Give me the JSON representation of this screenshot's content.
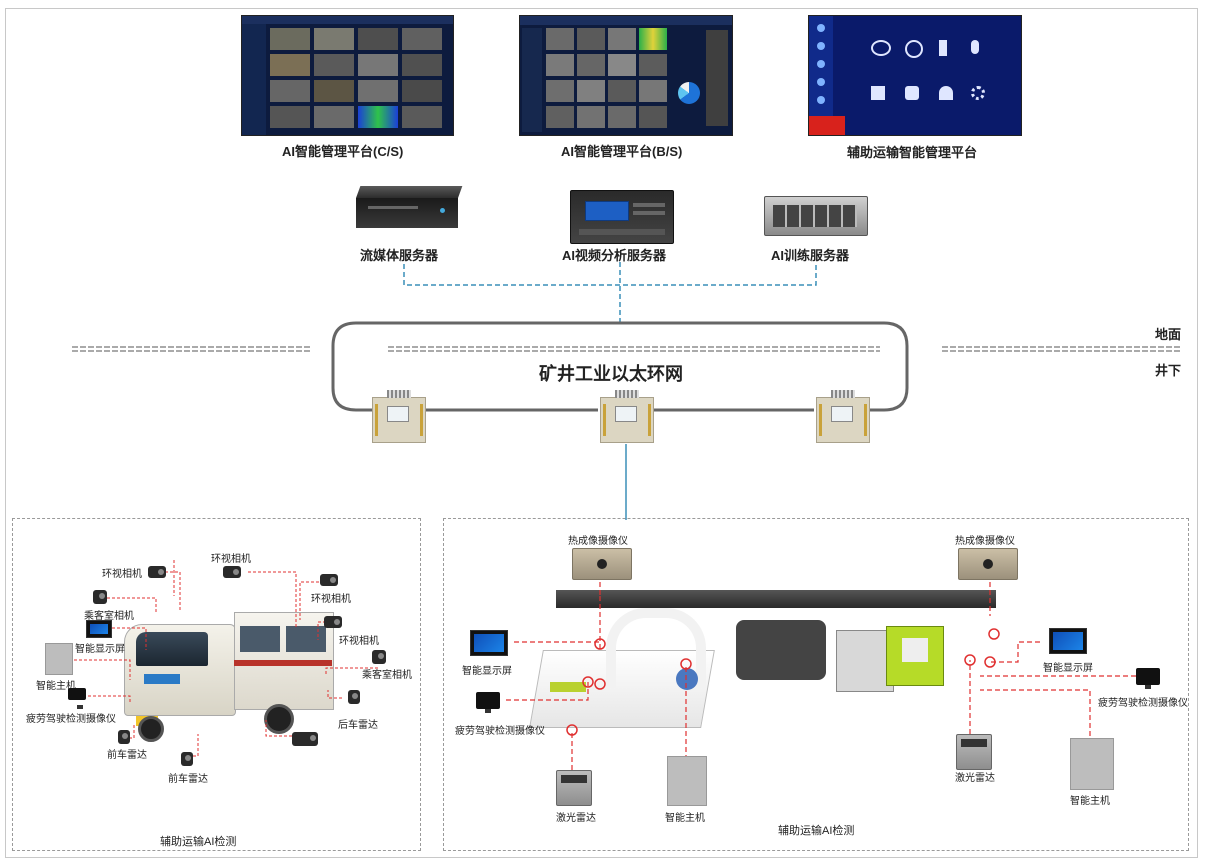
{
  "platforms": {
    "cs": "AI智能管理平台(C/S)",
    "bs": "AI智能管理平台(B/S)",
    "aux": "辅助运输智能管理平台"
  },
  "servers": {
    "stream": "流媒体服务器",
    "video": "AI视频分析服务器",
    "train": "AI训练服务器"
  },
  "network": {
    "ring": "矿井工业以太环网",
    "ground": "地面",
    "underground": "井下"
  },
  "left_panel": {
    "title": "辅助运输AI检测",
    "labels": {
      "surround1": "环视相机",
      "surround2": "环视相机",
      "surround3": "环视相机",
      "surround4": "环视相机",
      "cabin1": "乘客室相机",
      "display": "智能显示屏",
      "cabin2": "乘客室相机",
      "host": "智能主机",
      "fatigue": "疲劳驾驶检测摄像仪",
      "rear_radar": "后车雷达",
      "front_radar1": "前车雷达",
      "front_radar2": "前车雷达"
    }
  },
  "right_panel": {
    "title": "辅助运输AI检测",
    "labels": {
      "thermal1": "热成像摄像仪",
      "thermal2": "热成像摄像仪",
      "display1": "智能显示屏",
      "display2": "智能显示屏",
      "fatigue1": "疲劳驾驶检测摄像仪",
      "fatigue2": "疲劳驾驶检测摄像仪",
      "lidar1": "激光雷达",
      "lidar2": "激光雷达",
      "host1": "智能主机",
      "host2": "智能主机"
    }
  },
  "colors": {
    "network_dash": "#3a8fb8",
    "callout": "#e03030",
    "ring": "#666666",
    "screen_bg": "#0d1b3e"
  }
}
